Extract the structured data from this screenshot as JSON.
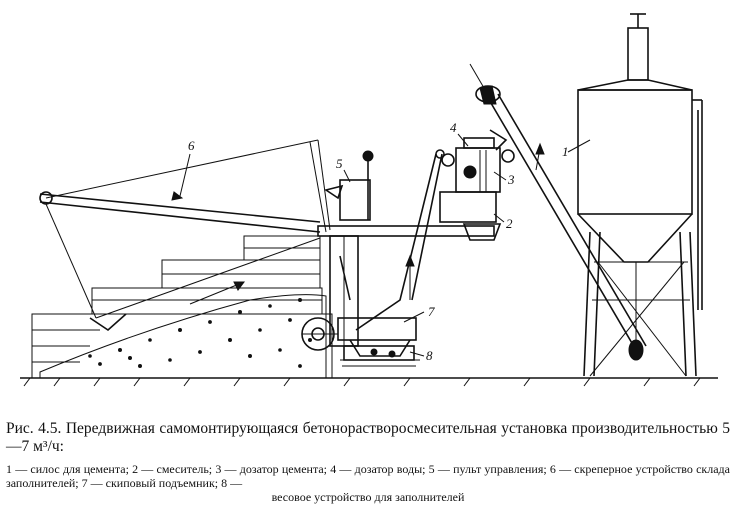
{
  "figure": {
    "callouts": [
      "1",
      "2",
      "3",
      "4",
      "5",
      "6",
      "7",
      "8"
    ]
  },
  "caption": {
    "text": "Рис. 4.5. Передвижная самомонтирующаяся бетонорастворосмесительная установка производительностью 5—7 м³/ч:"
  },
  "legend": {
    "line1": "1 — силос для цемента; 2 — смеситель; 3 — дозатор цемента; 4 — дозатор воды; 5 — пульт",
    "line2": "управления; 6 — скреперное устройство склада заполнителей; 7 — скиповый подъемник; 8 —",
    "line3": "весовое устройство для заполнителей"
  }
}
